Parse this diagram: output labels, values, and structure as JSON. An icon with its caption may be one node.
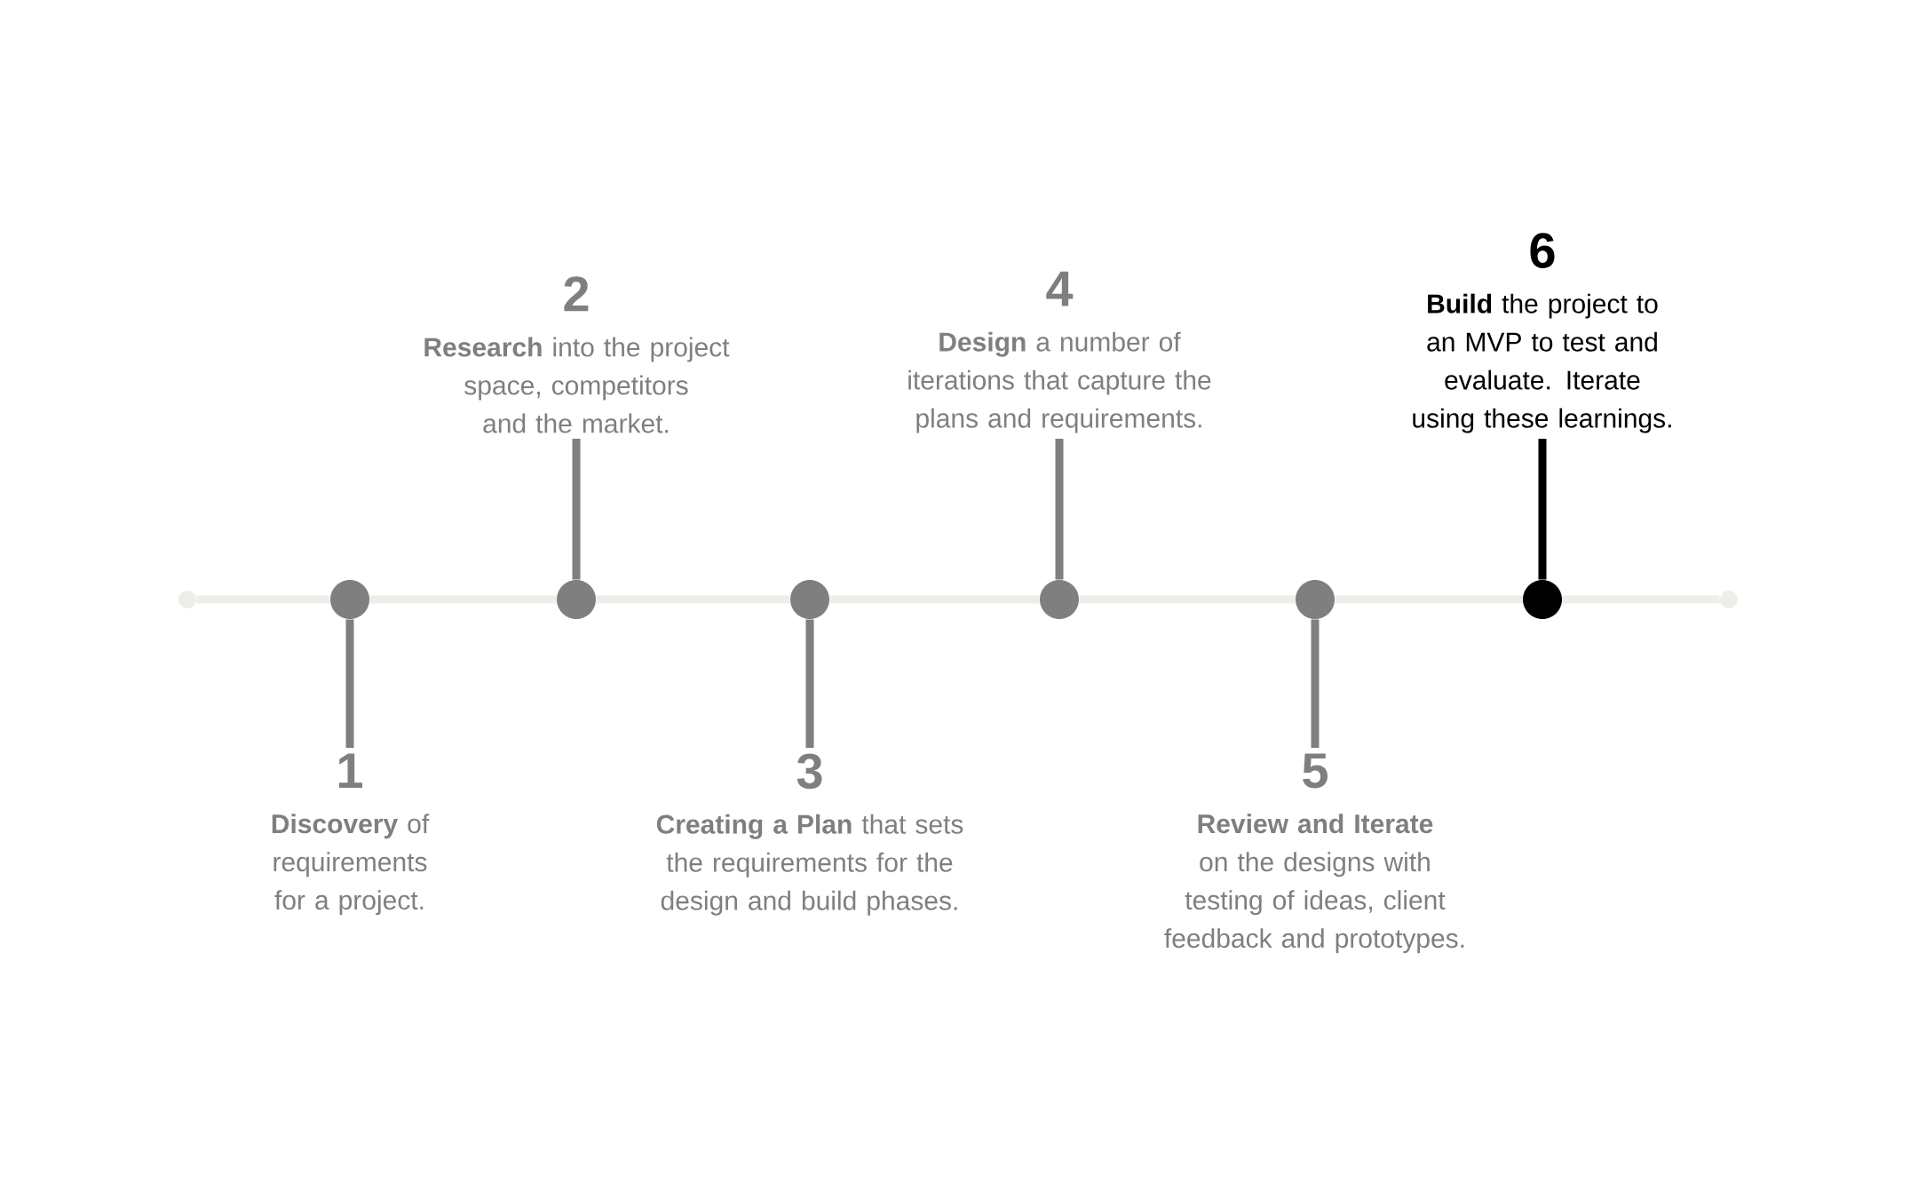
{
  "diagram": {
    "nodes": [
      {
        "text": [],
        "shape": "circle"
      },
      {
        "text": [],
        "shape": "circle"
      },
      {
        "text": [],
        "shape": "circle"
      },
      {
        "text": [],
        "shape": "circle"
      },
      {
        "text": [],
        "shape": "circle"
      },
      {
        "text": [],
        "shape": "circle"
      },
      {
        "text": [],
        "shape": "circle"
      },
      {
        "text": [],
        "shape": "circle"
      },
      {
        "text": [
          "1",
          "**Discovery** of requirements for a project."
        ]
      },
      {
        "text": [
          "2",
          "**Research** into the project space, competitors and the market."
        ]
      },
      {
        "text": [
          "3",
          "**Creating a Plan** that sets the requirements for the design and build phases."
        ]
      },
      {
        "text": [
          "4",
          "**Design** a number of iterations that capture the plans and requirements."
        ]
      },
      {
        "text": [
          "5",
          "**Review and Iterate** on the designs with testing of ideas, client feedback and prototypes."
        ]
      },
      {
        "text": [
          "6",
          "**Build** the project to an MVP to test and evaluate. Iterate using these learnings."
        ]
      }
    ],
    "edges": [
      {
        "from": 0,
        "to": 1,
        "arrow": "none"
      },
      {
        "from": 1,
        "to": 2,
        "arrow": "none"
      },
      {
        "from": 2,
        "to": 3,
        "arrow": "none"
      },
      {
        "from": 3,
        "to": 4,
        "arrow": "none"
      },
      {
        "from": 4,
        "to": 5,
        "arrow": "none"
      },
      {
        "from": 5,
        "to": 6,
        "arrow": "none"
      },
      {
        "from": 6,
        "to": 7,
        "arrow": "none"
      },
      {
        "from": 8,
        "to": 1,
        "arrow": "none",
        "color": "#7f7f7f"
      },
      {
        "from": 9,
        "to": 2,
        "arrow": "none",
        "color": "#7f7f7f"
      },
      {
        "from": 10,
        "to": 3,
        "arrow": "none",
        "color": "#7f7f7f"
      },
      {
        "from": 11,
        "to": 4,
        "arrow": "none",
        "color": "#7f7f7f"
      },
      {
        "from": 12,
        "to": 5,
        "arrow": "none",
        "color": "#7f7f7f"
      },
      {
        "from": 13,
        "to": 6,
        "arrow": "none",
        "color": "#000000"
      }
    ]
  }
}
